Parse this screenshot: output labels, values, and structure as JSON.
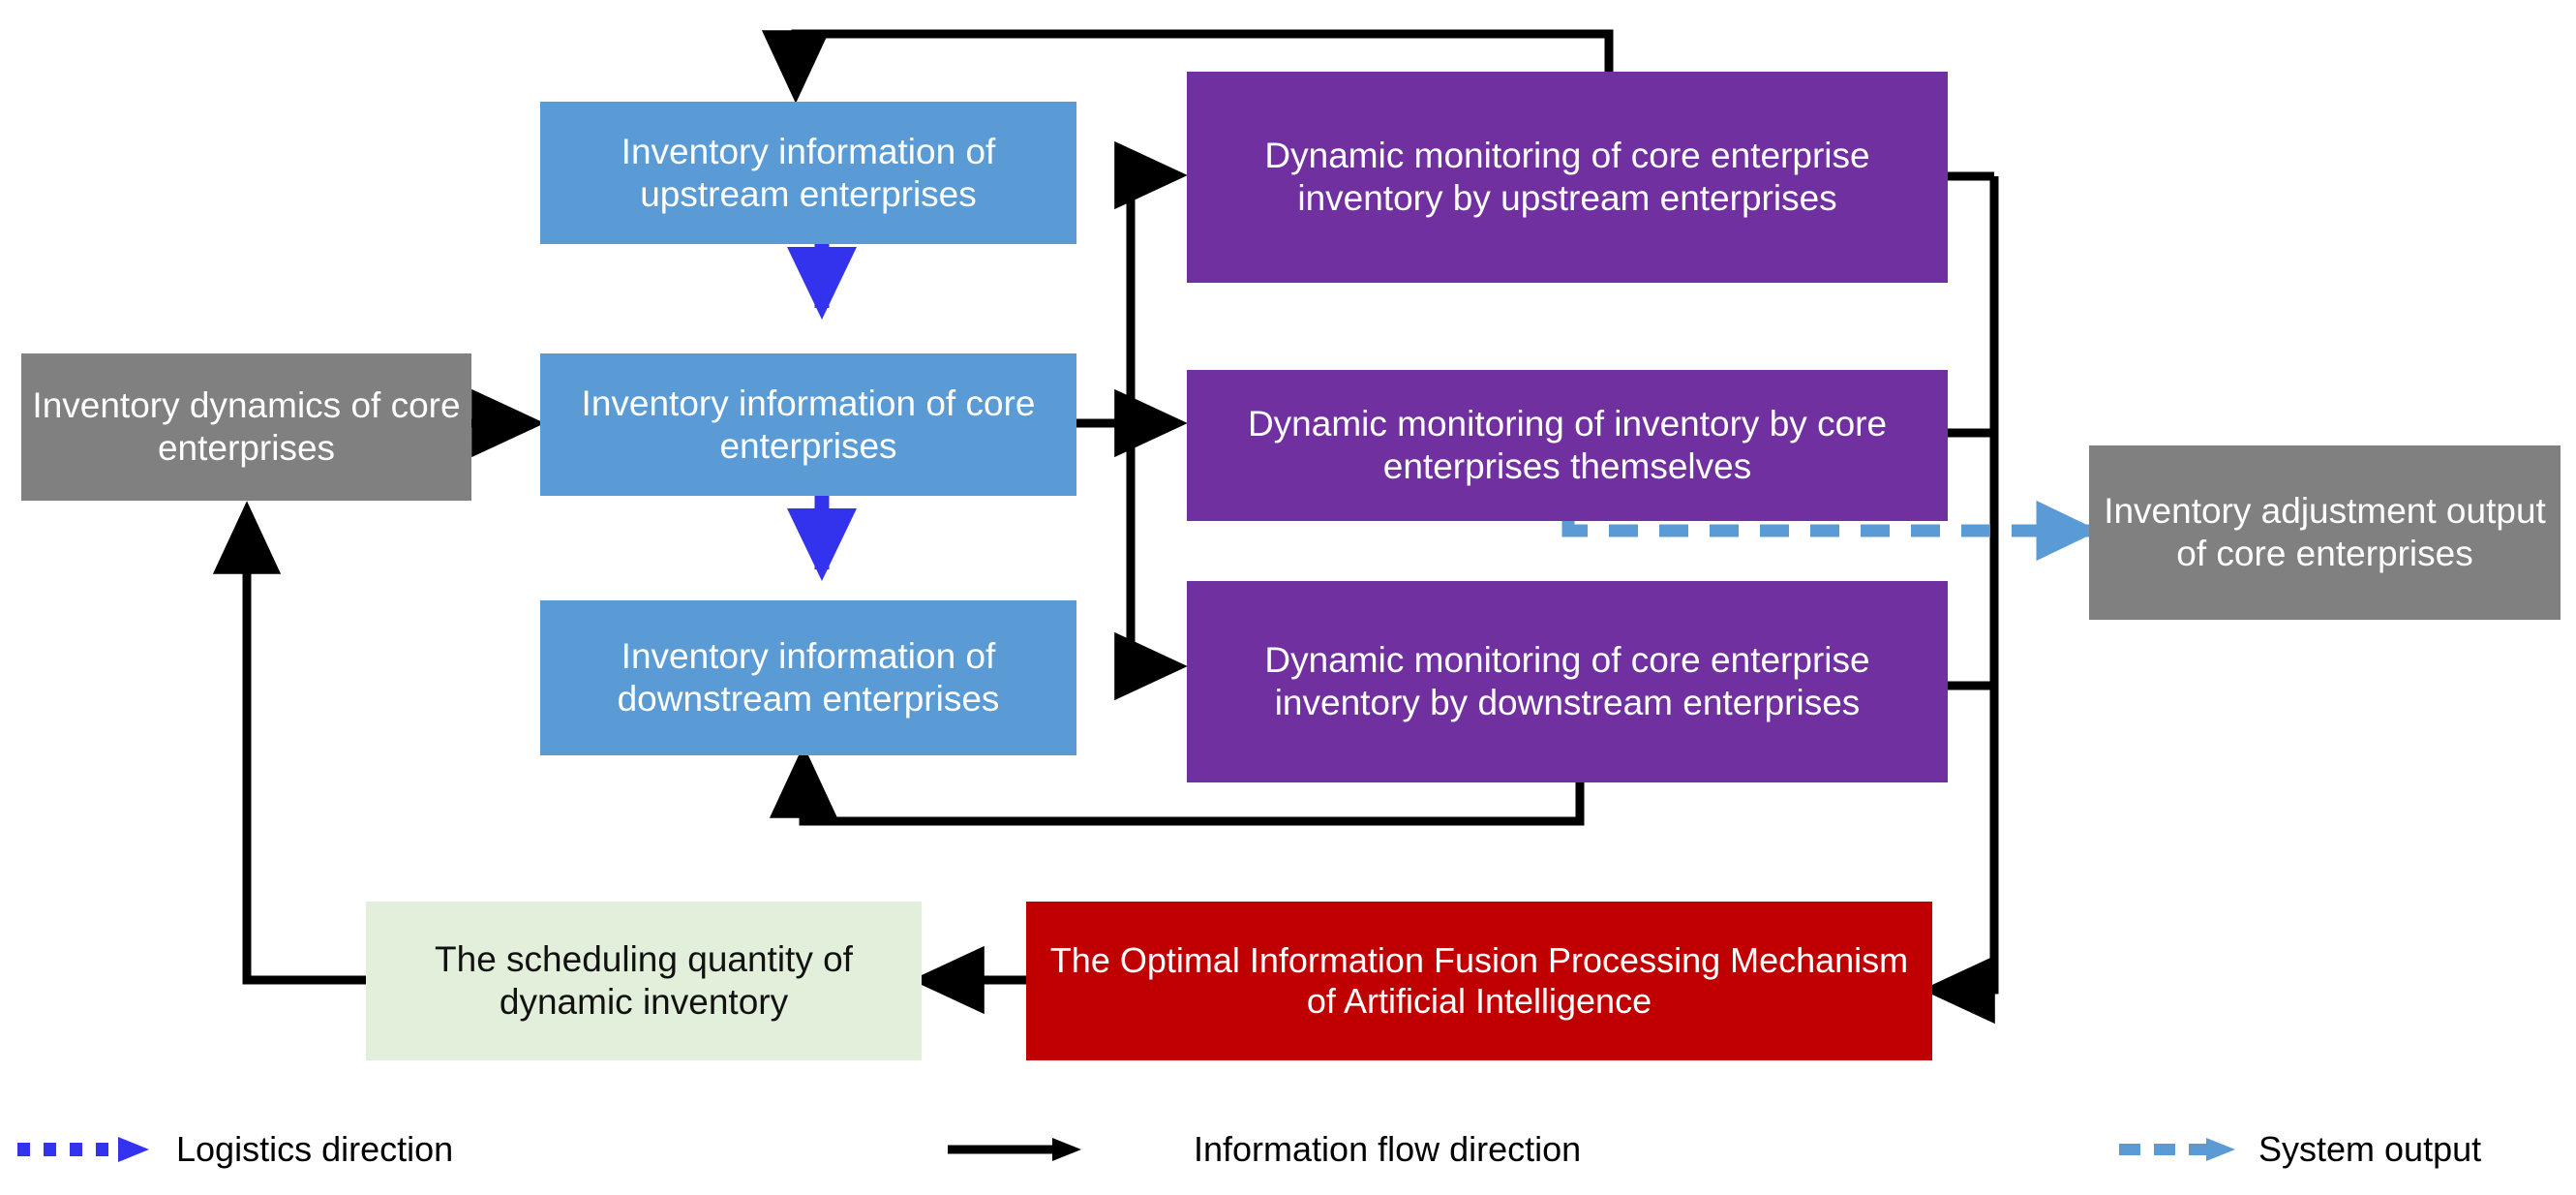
{
  "diagram": {
    "title_present": false,
    "colors": {
      "gray": "#808080",
      "blue": "#5B9BD5",
      "purple": "#7030A0",
      "red": "#C00000",
      "green": "#E2EFDA",
      "logistics_arrow": "#3333EE",
      "information_arrow": "#000000",
      "system_output_arrow": "#5B9BD5"
    },
    "nodes": {
      "inventory_dynamics": "Inventory dynamics of core enterprises",
      "info_upstream": "Inventory information of upstream enterprises",
      "info_core": "Inventory information of core enterprises",
      "info_downstream": "Inventory information of downstream enterprises",
      "monitor_upstream": "Dynamic monitoring of core enterprise inventory by upstream enterprises",
      "monitor_core": "Dynamic monitoring of inventory by core enterprises themselves",
      "monitor_downstream": "Dynamic monitoring of core enterprise inventory by downstream enterprises",
      "adjustment_output": "Inventory adjustment output of core enterprises",
      "scheduling_quantity": "The scheduling quantity of dynamic inventory",
      "fusion_mechanism": "The Optimal Information Fusion Processing Mechanism of Artificial Intelligence"
    },
    "legend": [
      {
        "label": "Logistics direction",
        "style": "dotted",
        "color": "#3333EE",
        "icon": "dotted-arrow-icon"
      },
      {
        "label": "Information flow direction",
        "style": "solid",
        "color": "#000000",
        "icon": "solid-arrow-icon"
      },
      {
        "label": "System output",
        "style": "dashed",
        "color": "#5B9BD5",
        "icon": "dashed-arrow-icon"
      }
    ]
  }
}
